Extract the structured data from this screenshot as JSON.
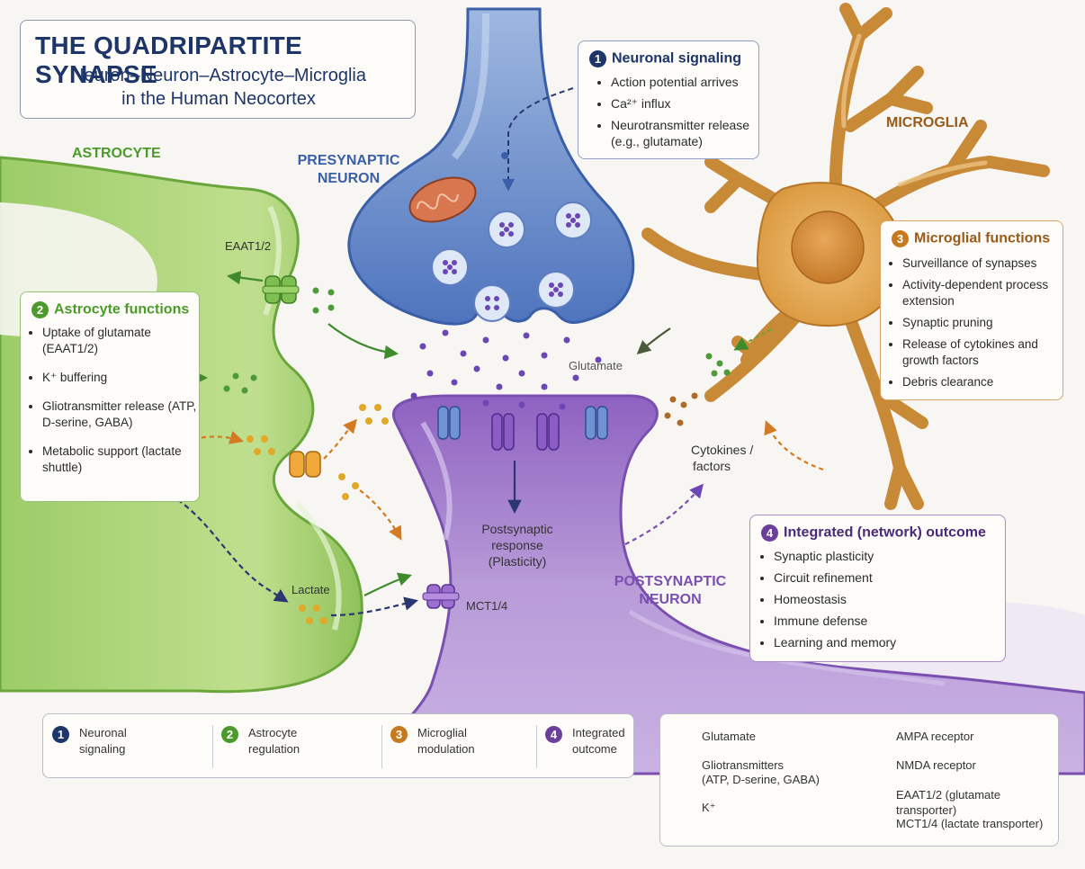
{
  "title": {
    "main": "THE QUADRIPARTITE SYNAPSE",
    "subtitle_line1": "Neuron–Neuron–Astrocyte–Microglia",
    "subtitle_line2": "in the Human Neocortex"
  },
  "regions": {
    "astrocyte": "ASTROCYTE",
    "presynaptic_line1": "PRESYNAPTIC",
    "presynaptic_line2": "NEURON",
    "microglia": "MICROGLIA",
    "postsynaptic_line1": "POSTSYNAPTIC",
    "postsynaptic_line2": "NEURON"
  },
  "labels": {
    "eaat": "EAAT1/2",
    "k_plus": "K⁺",
    "glutamate": "Glutamate",
    "lactate": "Lactate",
    "mct": "MCT1/4",
    "postsynaptic_response_line1": "Postsynaptic",
    "postsynaptic_response_line2": "response",
    "postsynaptic_response_line3": "(Plasticity)",
    "cytokines_line1": "Cytokines /",
    "cytokines_line2": "factors"
  },
  "panels": {
    "neuronal": {
      "number": "1",
      "title": "Neuronal signaling",
      "items": [
        "Action potential arrives",
        "Ca²⁺ influx",
        "Neurotransmitter release (e.g., glutamate)"
      ]
    },
    "astrocyte": {
      "number": "2",
      "title": "Astrocyte functions",
      "items": [
        "Uptake of glutamate (EAAT1/2)",
        "K⁺ buffering",
        "Gliotransmitter release (ATP, D-serine, GABA)",
        "Metabolic support (lactate shuttle)"
      ]
    },
    "microglial": {
      "number": "3",
      "title": "Microglial functions",
      "items": [
        "Surveillance of synapses",
        "Activity-dependent process extension",
        "Synaptic pruning",
        "Release of cytokines and growth factors",
        "Debris clearance"
      ]
    },
    "integrated": {
      "number": "4",
      "title": "Integrated (network) outcome",
      "items": [
        "Synaptic plasticity",
        "Circuit refinement",
        "Homeostasis",
        "Immune defense",
        "Learning and memory"
      ]
    }
  },
  "legend_flow": [
    {
      "number": "1",
      "line1": "Neuronal",
      "line2": "signaling"
    },
    {
      "number": "2",
      "line1": "Astrocyte",
      "line2": "regulation"
    },
    {
      "number": "3",
      "line1": "Microglial",
      "line2": "modulation"
    },
    {
      "number": "4",
      "line1": "Integrated",
      "line2": "outcome"
    }
  ],
  "legend_key": {
    "glutamate": "Glutamate",
    "gliotransmitters_line1": "Gliotransmitters",
    "gliotransmitters_line2": "(ATP, D-serine, GABA)",
    "k_plus": "K⁺",
    "ampa": "AMPA receptor",
    "nmda": "NMDA receptor",
    "eaat": "EAAT1/2 (glutamate transporter)",
    "mct": "MCT1/4 (lactate transporter)"
  },
  "colors": {
    "title_navy": "#1d3569",
    "astrocyte_green": "#4c9a2c",
    "microglia_orange": "#c7791d",
    "postsynaptic_purple": "#6b3f9a",
    "presynaptic_blue": "#3a5fa8",
    "glutamate_dot": "#6b46b4",
    "gliotransmitter_dot": "#e0a92a",
    "k_dot": "#4e9a3a"
  }
}
